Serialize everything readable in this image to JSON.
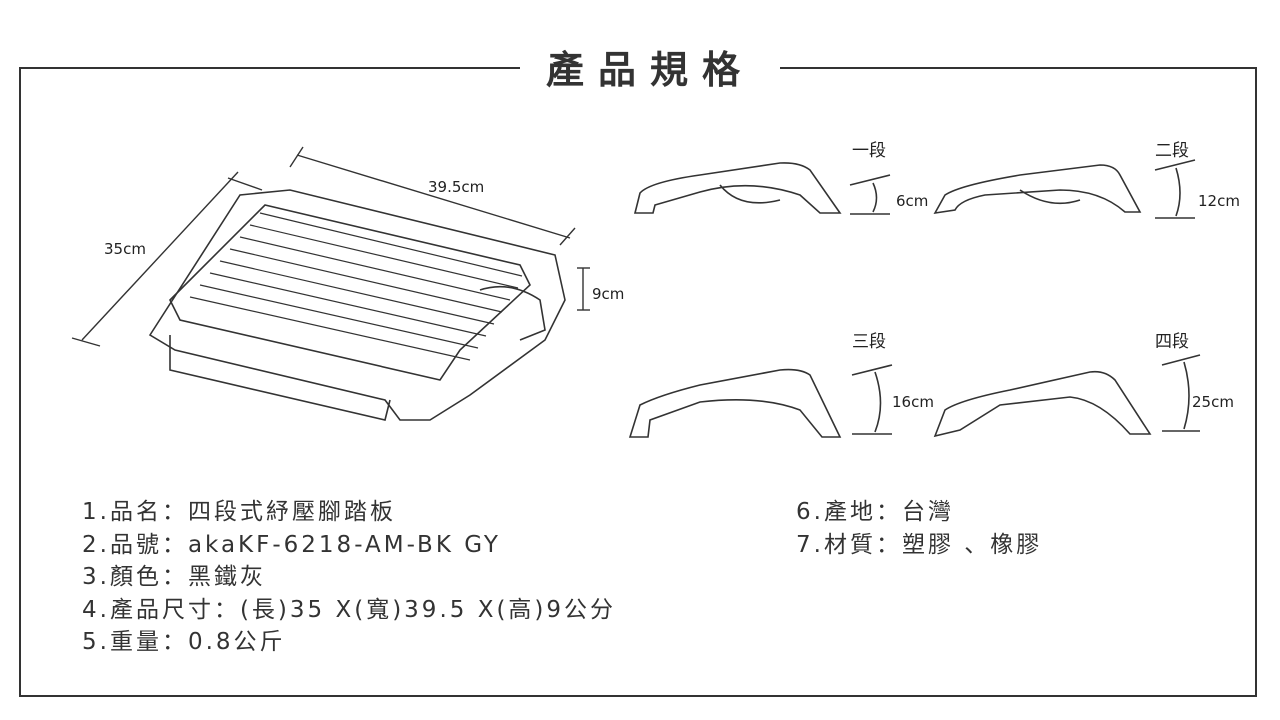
{
  "title": "產品規格",
  "dimensions": {
    "width": "39.5cm",
    "depth": "35cm",
    "height": "9cm"
  },
  "levels": [
    {
      "label": "一段",
      "height": "6cm"
    },
    {
      "label": "二段",
      "height": "12cm"
    },
    {
      "label": "三段",
      "height": "16cm"
    },
    {
      "label": "四段",
      "height": "25cm"
    }
  ],
  "specs_left": [
    "1.品名：四段式紓壓腳踏板",
    "2.品號：akaKF-6218-AM-BK GY",
    "3.顏色：黑鐵灰",
    "4.產品尺寸：(長)35 X(寬)39.5 X(高)9公分",
    "5.重量：0.8公斤"
  ],
  "specs_right": [
    "6.產地：台灣",
    "7.材質：塑膠 、橡膠"
  ]
}
